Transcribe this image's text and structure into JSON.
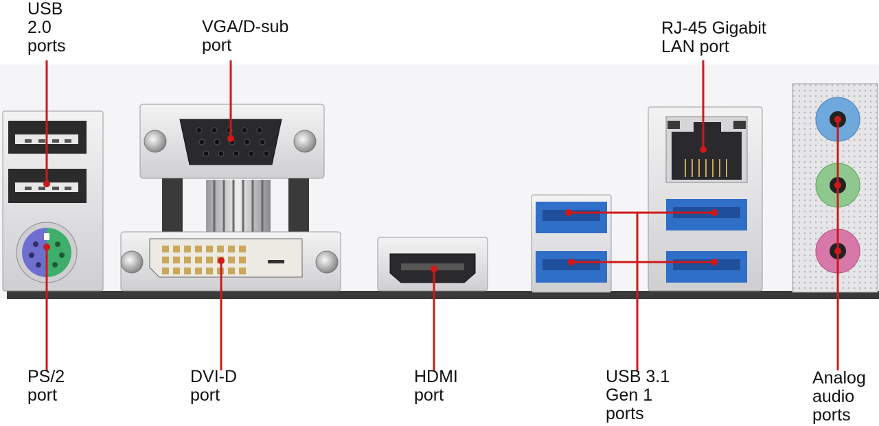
{
  "labels": {
    "usb20": "USB\n2.0\nports",
    "vga": "VGA/D-sub\nport",
    "rj45": "RJ-45 Gigabit\nLAN port",
    "ps2": "PS/2\nport",
    "dvi": "DVI-D\nport",
    "hdmi": "HDMI\nport",
    "usb31": "USB 3.1\nGen 1\nports",
    "audio": "Analog\naudio\nports"
  },
  "colors": {
    "callout": "#d01818",
    "usb3_blue": "#2f6fc8",
    "ps2_purple": "#6f6fd0",
    "ps2_green": "#3fae6a",
    "audio_blue": "#6fa8dc",
    "audio_green": "#8fc88f",
    "audio_pink": "#d878a8",
    "metal": "#e4e4e6",
    "pcb": "#3a3a3a"
  }
}
